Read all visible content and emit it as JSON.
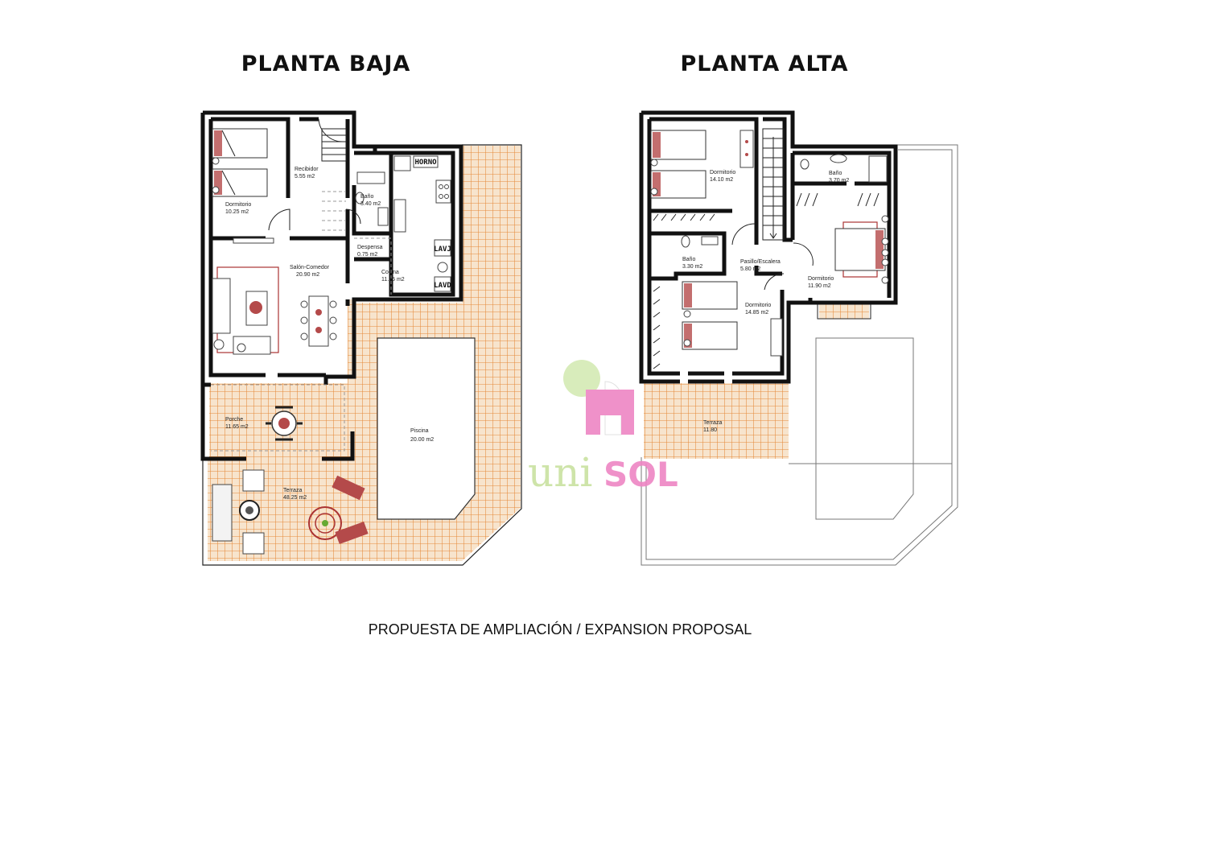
{
  "titles": {
    "ground": "PLANTA BAJA",
    "upper": "PLANTA ALTA"
  },
  "caption": "PROPUESTA DE AMPLIACIÓN / EXPANSION PROPOSAL",
  "logo": {
    "part1": "uni",
    "part2": "SOL",
    "colors": {
      "green": "#d4eab4",
      "green_text": "#c9e2a0",
      "pink": "#ee86c4"
    }
  },
  "colors": {
    "wall": "#111111",
    "tile_fill": "#f7e4cd",
    "tile_grid": "#e58a3a",
    "furniture_red": "#b44a4a"
  },
  "ground_floor": {
    "rooms": [
      {
        "name": "Dormitorio",
        "area": "10.25 m2"
      },
      {
        "name": "Recibidor",
        "area": "5.55 m2"
      },
      {
        "name": "Baño",
        "area": "3.40 m2"
      },
      {
        "name": "Despensa",
        "area": "0.75 m2"
      },
      {
        "name": "Salón-Comedor",
        "area": "20.90 m2"
      },
      {
        "name": "Cocina",
        "area": "11.15 m2"
      },
      {
        "name": "Porche",
        "area": "11.65 m2"
      },
      {
        "name": "Piscina",
        "area": "20.00 m2"
      },
      {
        "name": "Terraza",
        "area": "48.25 m2"
      }
    ],
    "fixtures": {
      "oven": "HORNO",
      "washer": "LAVJ",
      "dishwasher": "LAVD"
    }
  },
  "upper_floor": {
    "rooms": [
      {
        "name": "Dormitorio",
        "area": "14.10 m2"
      },
      {
        "name": "Baño",
        "area": "3.70 m2"
      },
      {
        "name": "Baño",
        "area": "3.30 m2"
      },
      {
        "name": "Pasillo/Escalera",
        "area": "5.80 m2"
      },
      {
        "name": "Dormitorio",
        "area": "11.90 m2"
      },
      {
        "name": "Dormitorio",
        "area": "14.85 m2"
      },
      {
        "name": "Terraza",
        "area": "11.80"
      }
    ]
  }
}
